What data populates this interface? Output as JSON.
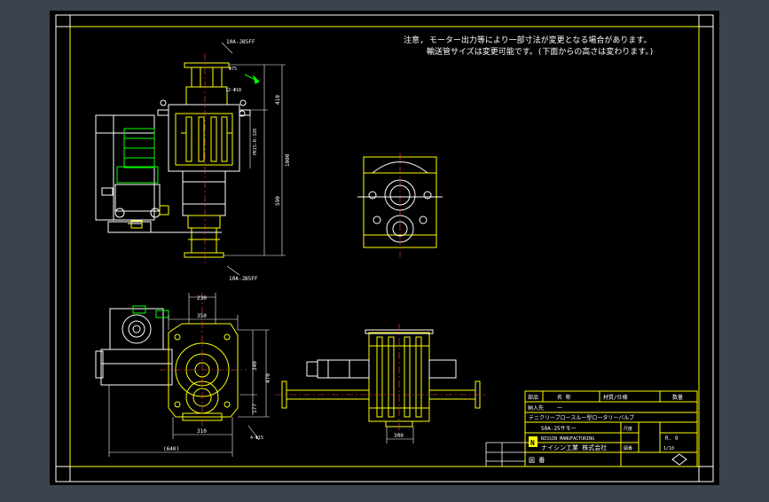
{
  "app": {
    "background": "#3b4250",
    "paper": "#000000",
    "line_white": "#ffffff",
    "line_yellow": "#ffff00",
    "line_cyan": "#00ffff",
    "line_green": "#00ff00"
  },
  "notes": {
    "line1": "注意, モーター出力等により一部寸法が変更となる場合があります。",
    "line2": "輸送管サイズは変更可能です。(下面からの高さは変わります。)"
  },
  "labels": {
    "top_flange": "10A-JB5FF",
    "bottom_flange": "10A-JB5FF",
    "dim_total_height": "1000",
    "dim_upper": "410",
    "dim_lower": "590",
    "dim_side": "PK15-R-320",
    "dim_bolt": "12-Φ18",
    "dim_top_small": "Φ75",
    "dim_plan_top1": "230",
    "dim_plan_top2": "350",
    "dim_plan_right1": "340",
    "dim_plan_right2": "470",
    "dim_plan_right3": "177",
    "dim_plan_bottom1": "310",
    "dim_plan_bottom2": "(640)",
    "dim_plan_hole": "4-Φ15",
    "dim_side_bottom": "300"
  },
  "title_block": {
    "r1c1": "部品",
    "r1c2": "名  称",
    "r1c3": "材質/仕様",
    "r1c4": "数量",
    "r2c1": "納入先",
    "r2c2": "一",
    "product": "テニクリーブロースルー型ロータリーバルブ",
    "model": "S0A-25サモー",
    "company_en": "NISSIN MANUFACTURING",
    "company_jp": "ナイシン工業 株式会社",
    "logo_letter": "N",
    "dwg_label": "図 番",
    "right_r1": "尺度",
    "right_r2": "図番",
    "right_val": "R. 9",
    "small_right": "1/10"
  }
}
